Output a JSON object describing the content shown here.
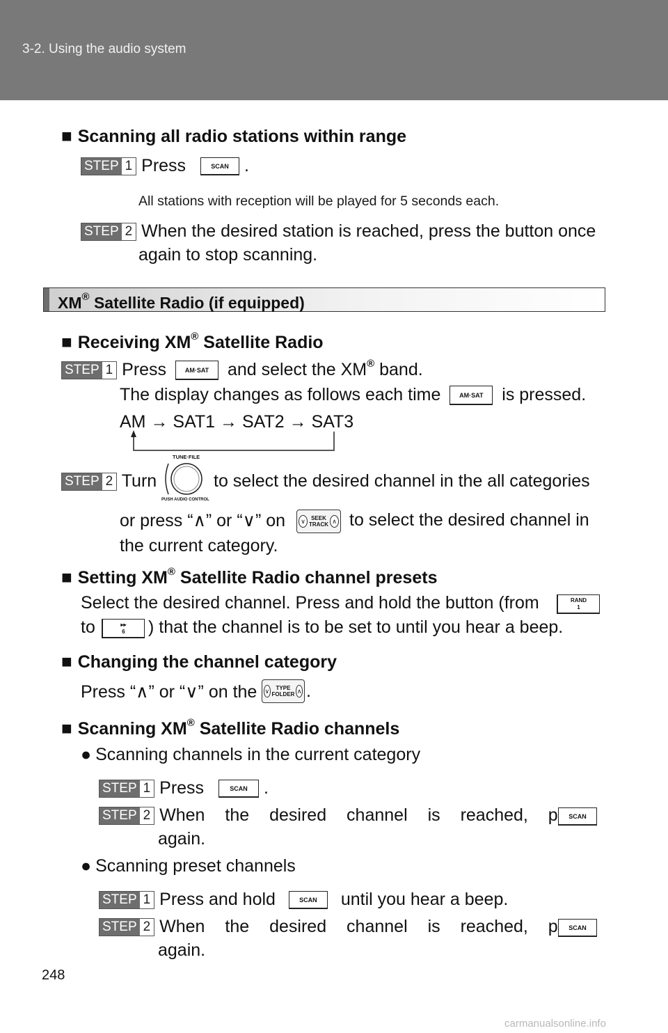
{
  "header": {
    "section": "3-2. Using the audio system"
  },
  "scan_all": {
    "title": "Scanning all radio stations within range",
    "step1_prefix": "Press",
    "step1_suffix": ".",
    "note": "All stations with reception will be played for 5 seconds each.",
    "step2_line1": "When the desired station is reached, press the button once",
    "step2_line2": "again to stop scanning."
  },
  "labels": {
    "step": "STEP",
    "one": "1",
    "two": "2",
    "bullet_square": "■",
    "bullet_dot": "●"
  },
  "buttons": {
    "scan": "SCAN",
    "am_sat": "AM·SAT",
    "rand": "RAND",
    "rand_num": "1",
    "ff_num": "6",
    "ff_symbol": "▸▸",
    "seek": "SEEK",
    "track": "TRACK",
    "type": "TYPE",
    "folder": "FOLDER",
    "knob_top": "TUNE·FILE",
    "knob_bottom": "PUSH AUDIO CONTROL"
  },
  "xm_section": {
    "heading_a": "XM",
    "reg": "®",
    "heading_b": " Satellite Radio (if equipped)"
  },
  "receiving": {
    "title_a": "Receiving XM",
    "title_b": " Satellite Radio",
    "step1_a": "Press",
    "step1_b": "and select the XM",
    "step1_c": " band.",
    "display_a": "The display changes as follows each time",
    "display_b": "is pressed.",
    "sequence": "AM → SAT1 → SAT2 → SAT3",
    "step2_a": "Turn",
    "step2_b": "to select the desired channel in the all categories",
    "step2_c": "or press “∧” or “∨” on",
    "step2_d": "to select the desired channel in",
    "step2_e": "the current category."
  },
  "presets": {
    "title_a": "Setting XM",
    "title_b": " Satellite Radio channel presets",
    "line1": "Select the desired channel. Press and hold the button (from",
    "line2_a": "to",
    "line2_b": ") that the channel is to be set to until you hear a beep."
  },
  "category": {
    "title": "Changing the channel category",
    "line_a": "Press “∧” or “∨” on the",
    "line_b": "."
  },
  "scanning_xm": {
    "title_a": "Scanning XM",
    "title_b": " Satellite Radio channels",
    "sub1": "Scanning channels in the current category",
    "s1_step1_a": "Press",
    "s1_step1_b": ".",
    "s1_step2_a": "When the desired channel is reached, press",
    "s1_step2_b": "again.",
    "sub2": "Scanning preset channels",
    "s2_step1_a": "Press and hold",
    "s2_step1_b": "until you hear a beep.",
    "s2_step2_a": "When the desired channel is reached, press",
    "s2_step2_b": "again."
  },
  "page_number": "248",
  "footer": "carmanualsonline.info"
}
